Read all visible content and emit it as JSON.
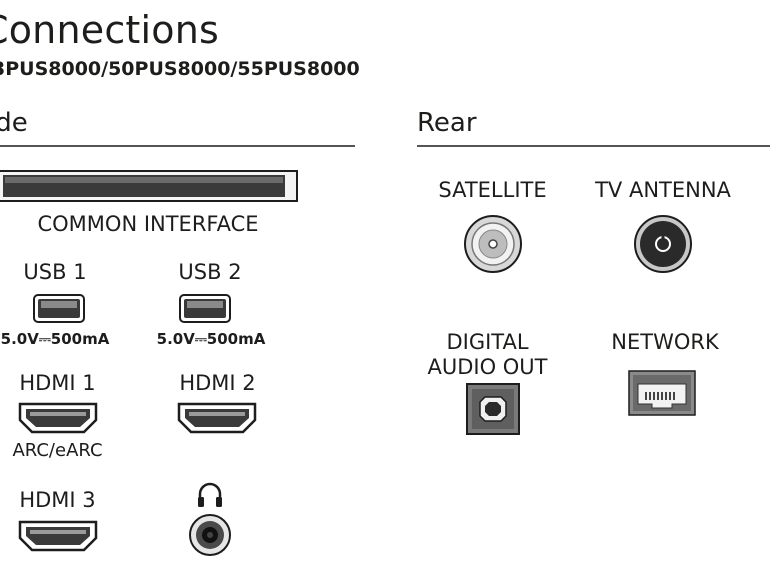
{
  "header": {
    "title": "Connections",
    "models": "3PUS8000/50PUS8000/55PUS8000"
  },
  "side": {
    "heading": "ide",
    "common_interface_label": "COMMON INTERFACE",
    "usb1_label": "USB 1",
    "usb2_label": "USB 2",
    "usb1_rating": "5.0V⎓500mA",
    "usb2_rating": "5.0V⎓500mA",
    "hdmi1_label": "HDMI 1",
    "hdmi1_sub": "ARC/eARC",
    "hdmi2_label": "HDMI 2",
    "hdmi3_label": "HDMI 3"
  },
  "rear": {
    "heading": "Rear",
    "satellite_label": "SATELLITE",
    "antenna_label": "TV ANTENNA",
    "digital_label_1": "DIGITAL",
    "digital_label_2": "AUDIO OUT",
    "network_label": "NETWORK"
  },
  "icons": {
    "headphone": "headphone-icon"
  }
}
